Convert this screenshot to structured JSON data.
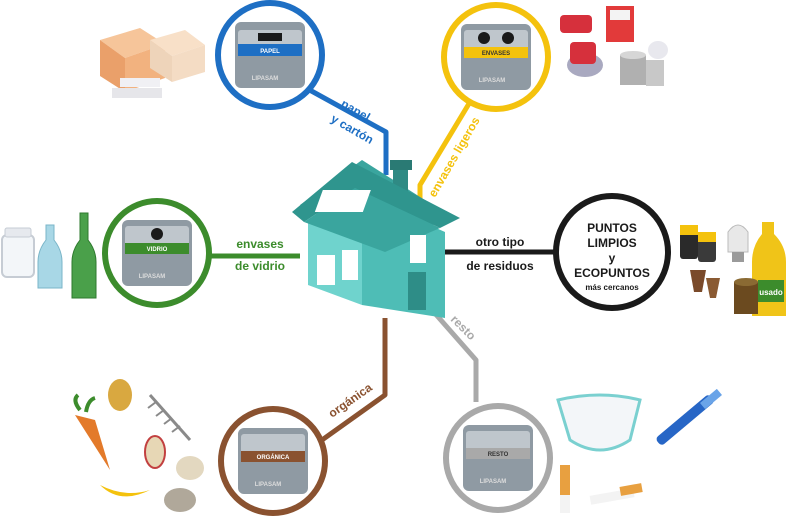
{
  "colors": {
    "papel": "#1e6fc4",
    "envases": "#f4c20d",
    "vidrio": "#3c8c2c",
    "otro": "#1a1a1a",
    "organica": "#8a5230",
    "resto": "#a9a9a9",
    "house_wall": "#5cc8c2",
    "house_roof": "#3aa59e"
  },
  "branches": {
    "papel": {
      "label_line1": "papel",
      "label_line2": "y cartón",
      "icon": "paper-cardboard-boxes-icon",
      "bin_label": "PAPEL"
    },
    "envases": {
      "label": "envases ligeros",
      "icon": "cans-bottles-icon",
      "bin_label": "ENVASES"
    },
    "vidrio": {
      "label_line1": "envases",
      "label_line2": "de vidrio",
      "icon": "glass-jars-bottles-icon",
      "bin_label": "VIDRIO"
    },
    "otro": {
      "label_line1": "otro tipo",
      "label_line2": "de residuos",
      "icon": "batteries-oil-paint-icon"
    },
    "organica": {
      "label": "orgánica",
      "icon": "food-waste-icon",
      "bin_label": "ORGÁNICA"
    },
    "resto": {
      "label": "resto",
      "icon": "diaper-razor-cigarette-icon",
      "bin_label": "RESTO"
    }
  },
  "puntos": {
    "line1": "PUNTOS",
    "line2": "LIMPIOS",
    "line3": "y",
    "line4": "ECOPUNTOS",
    "line5": "más cercanos"
  },
  "brand": "LIPASAM",
  "oil_label": "usado"
}
